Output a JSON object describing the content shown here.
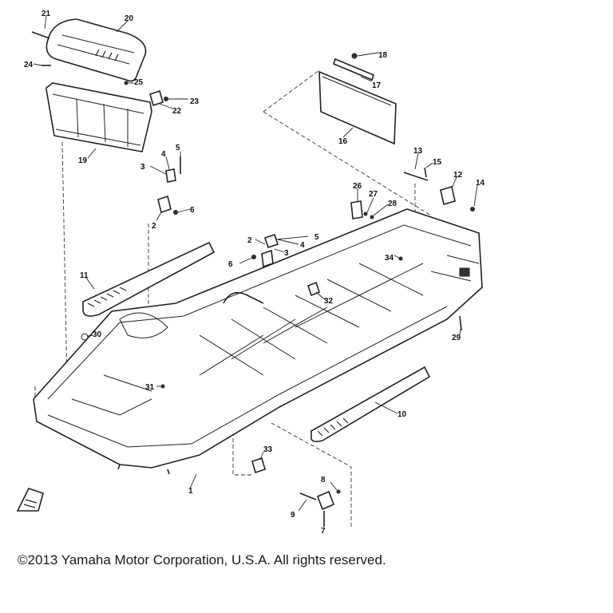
{
  "diagram": {
    "labels": {
      "p1": "1",
      "p2a": "2",
      "p2b": "2",
      "p3a": "3",
      "p3b": "3",
      "p4a": "4",
      "p4b": "4",
      "p5a": "5",
      "p5b": "5",
      "p6a": "6",
      "p6b": "6",
      "p7": "7",
      "p8": "8",
      "p9": "9",
      "p10": "10",
      "p11": "11",
      "p12": "12",
      "p13": "13",
      "p14": "14",
      "p15": "15",
      "p16": "16",
      "p17": "17",
      "p18": "18",
      "p19": "19",
      "p20": "20",
      "p21": "21",
      "p22": "22",
      "p23": "23",
      "p24": "24",
      "p25": "25",
      "p26": "26",
      "p27": "27",
      "p28": "28",
      "p29": "29",
      "p30": "30",
      "p31": "31",
      "p32": "32",
      "p33": "33",
      "p34": "34"
    }
  },
  "footer": {
    "copyright": "©2013 Yamaha Motor Corporation, U.S.A. All rights reserved."
  }
}
